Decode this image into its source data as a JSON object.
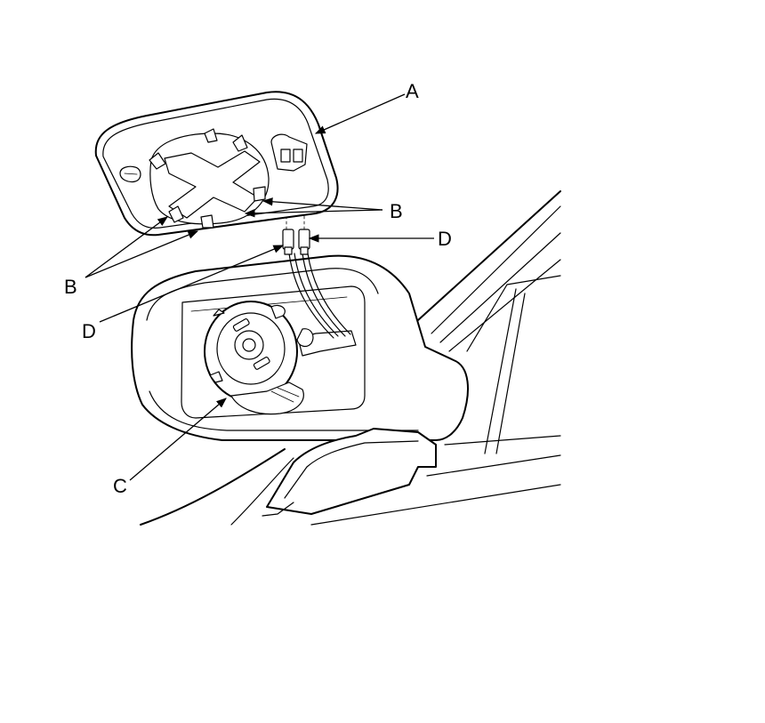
{
  "callouts": {
    "a": "A",
    "b_right": "B",
    "b_left": "B",
    "c": "C",
    "d_right": "D",
    "d_left": "D"
  }
}
